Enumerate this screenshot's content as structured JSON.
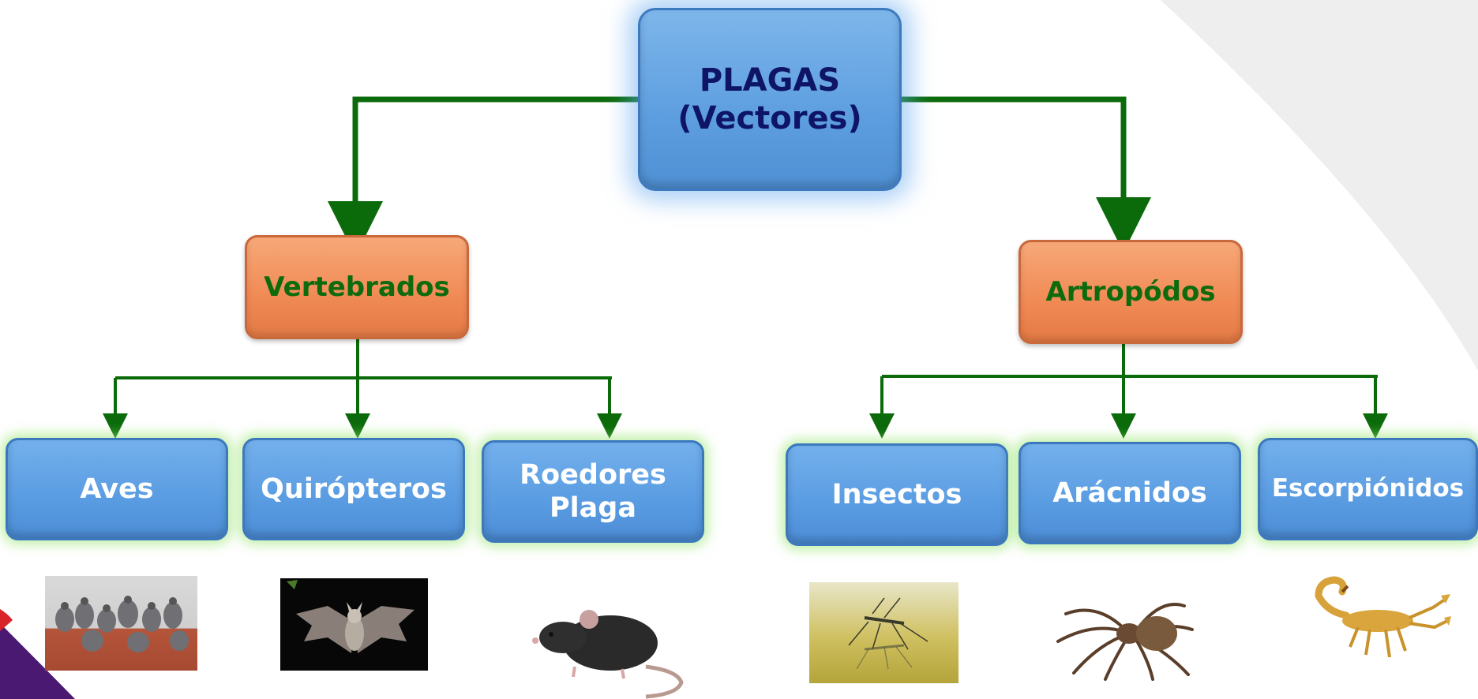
{
  "colors": {
    "root_fill": "#5d9ee0",
    "root_text": "#0e1466",
    "category_fill": "#f08a55",
    "category_text": "#0d6b0d",
    "leaf_fill": "#5a9ce2",
    "leaf_text": "#ffffff",
    "connector": "#0b6b0b",
    "leaf_glow": "#96e66e",
    "corner_accent": "#4a1a72"
  },
  "root": {
    "line1": "PLAGAS",
    "line2": "(Vectores)"
  },
  "categories": [
    {
      "label": "Vertebrados"
    },
    {
      "label": "Artropódos"
    }
  ],
  "leaves": [
    {
      "line1": "Aves",
      "line2": "",
      "icon": "pigeons-photo"
    },
    {
      "line1": "Quirópteros",
      "line2": "",
      "icon": "bat-photo"
    },
    {
      "line1": "Roedores",
      "line2": "Plaga",
      "icon": "rat-photo"
    },
    {
      "line1": "Insectos",
      "line2": "",
      "icon": "mosquito-photo"
    },
    {
      "line1": "Arácnidos",
      "line2": "",
      "icon": "spider-photo"
    },
    {
      "line1": "Escorpiónidos",
      "line2": "",
      "icon": "scorpion-photo"
    }
  ]
}
